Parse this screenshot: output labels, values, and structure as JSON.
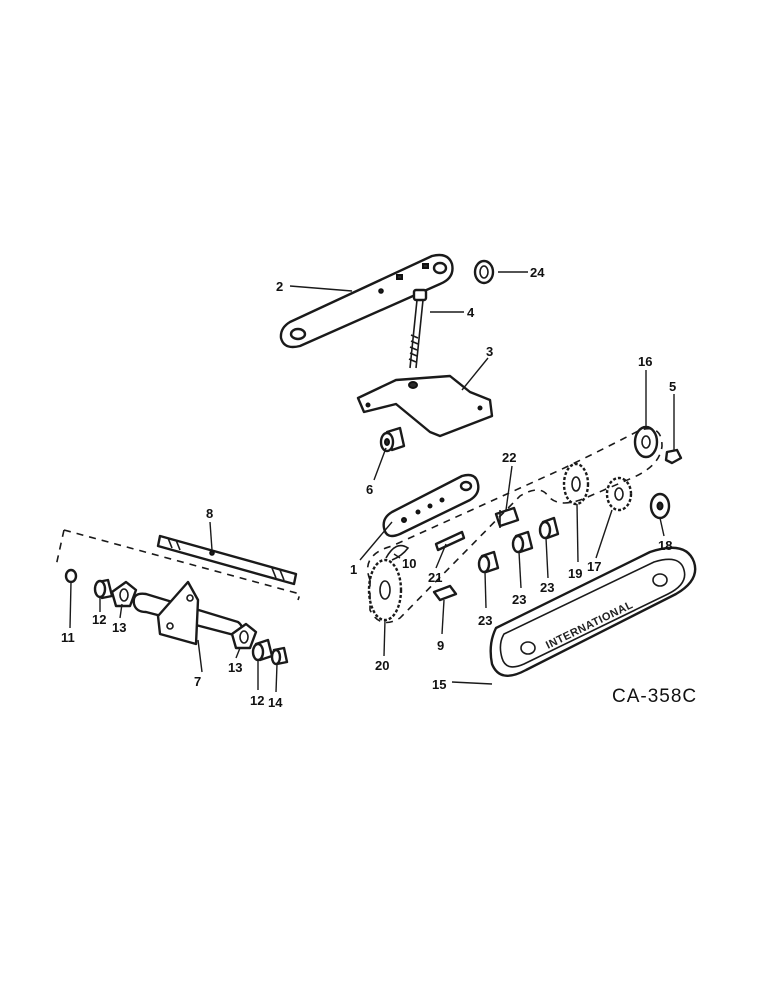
{
  "diagram": {
    "drawing_code": "CA-358C",
    "brand_text": "INTERNATIONAL",
    "callouts": [
      "1",
      "2",
      "3",
      "4",
      "5",
      "6",
      "7",
      "8",
      "9",
      "10",
      "11",
      "12",
      "12",
      "13",
      "13",
      "14",
      "15",
      "16",
      "17",
      "18",
      "19",
      "20",
      "21",
      "22",
      "23",
      "23",
      "23",
      "24"
    ]
  }
}
